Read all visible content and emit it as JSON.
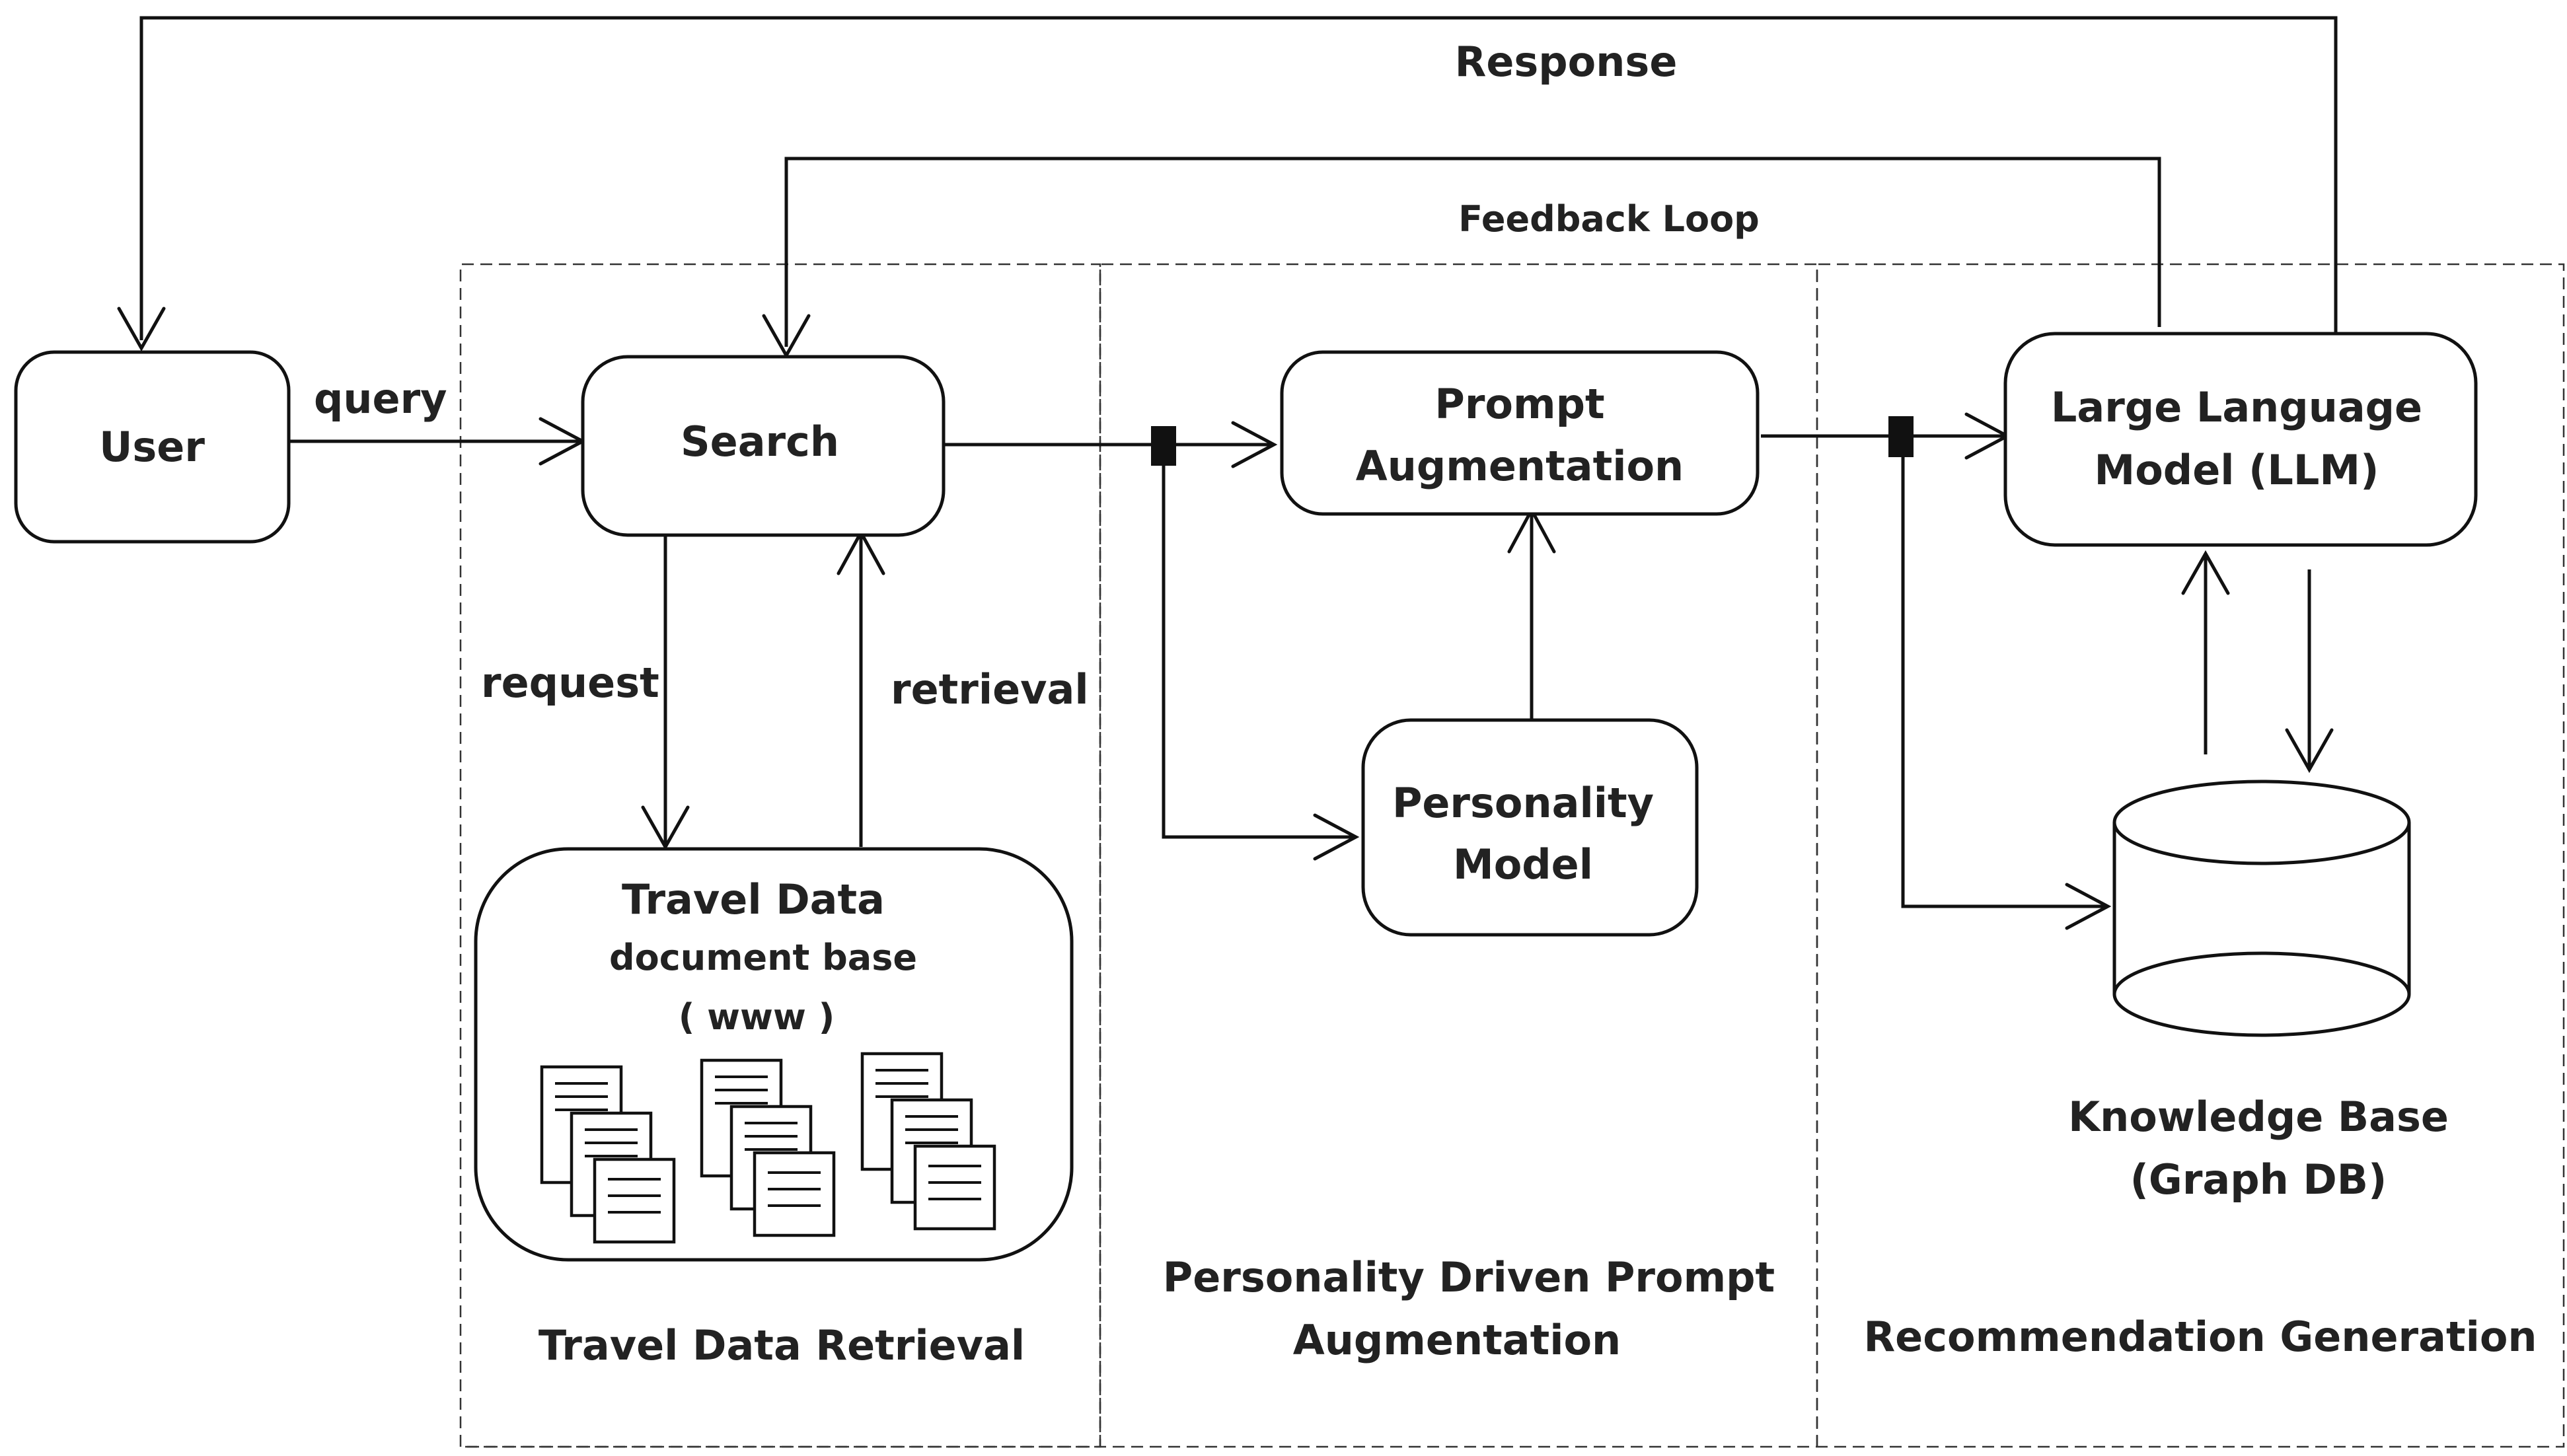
{
  "nodes": {
    "user": "User",
    "search": "Search",
    "prompt_augmentation": [
      "Prompt",
      "Augmentation"
    ],
    "llm": [
      "Large Language",
      "Model (LLM)"
    ],
    "personality_model": [
      "Personality",
      "Model"
    ],
    "travel_data": [
      "Travel Data",
      "document base",
      "( www )"
    ],
    "knowledge_base": [
      "Knowledge Base",
      "(Graph DB)"
    ]
  },
  "edges": {
    "query": "query",
    "request": "request",
    "retrieval": "retrieval",
    "response": "Response",
    "feedback_loop": "Feedback Loop"
  },
  "regions": {
    "travel_data_retrieval": "Travel Data Retrieval",
    "prompt_augmentation_region": [
      "Personality Driven Prompt",
      "Augmentation"
    ],
    "recommendation_generation": "Recommendation Generation"
  },
  "colors": {
    "stroke": "#111111",
    "text": "#222222",
    "background": "#ffffff"
  }
}
